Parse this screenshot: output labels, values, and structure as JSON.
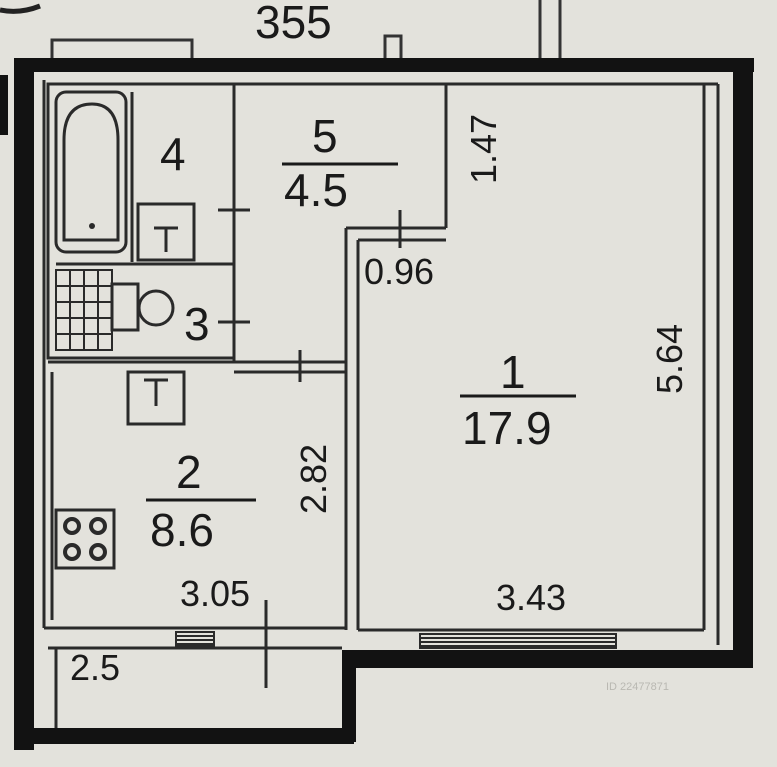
{
  "top_cut_label": "355",
  "rooms": [
    {
      "number": "1",
      "area": "17.9"
    },
    {
      "number": "2",
      "area": "8.6"
    },
    {
      "number": "3"
    },
    {
      "number": "4"
    },
    {
      "number": "5",
      "area": "4.5"
    }
  ],
  "dimensions": {
    "room1_height": "5.64",
    "room1_width": "3.43",
    "room2_height": "2.82",
    "room2_width": "3.05",
    "hall_niche_height": "1.47",
    "hall_niche_width": "0.96",
    "balcony_width": "2.5"
  },
  "watermark": "ID 22477871",
  "colors": {
    "paper": "#e3e2dc",
    "wall": "#121212",
    "line": "#2a2a2a"
  }
}
